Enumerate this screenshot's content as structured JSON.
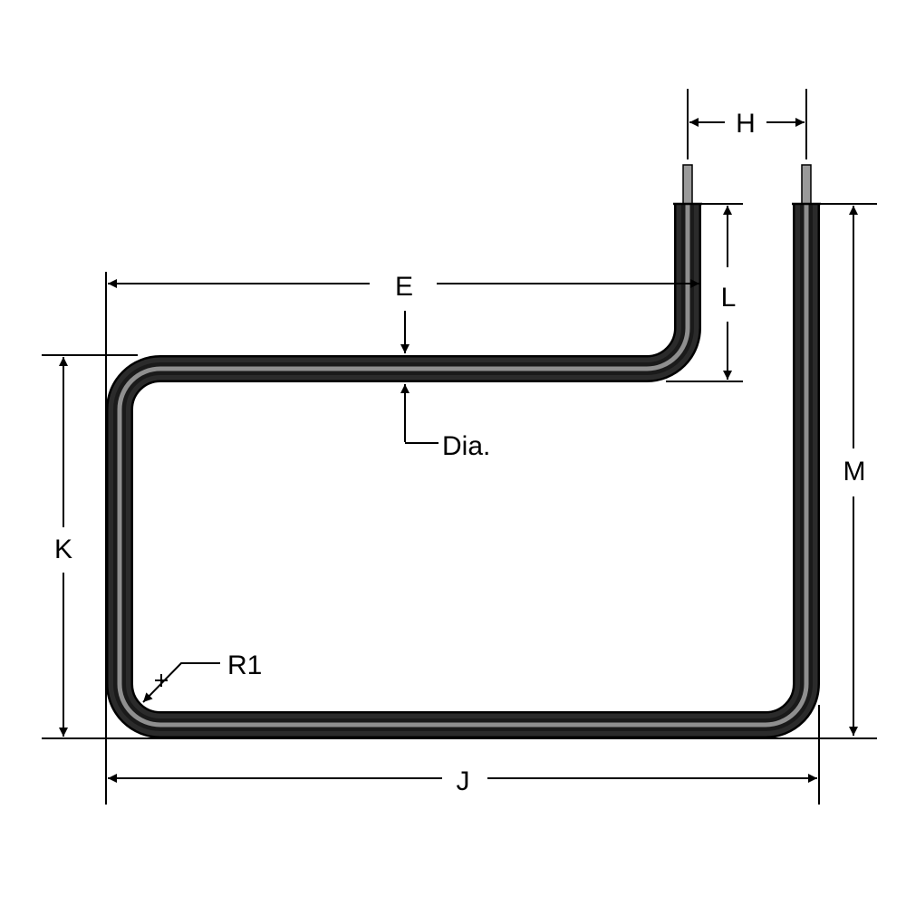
{
  "labels": {
    "e": "E",
    "h": "H",
    "l": "L",
    "m": "M",
    "k": "K",
    "j": "J",
    "dia": "Dia.",
    "r1": "R1"
  },
  "colors": {
    "tube_outer": "#111111",
    "tube_mid": "#2b2b2b",
    "tube_highlight": "#8f8f8f",
    "terminal": "#9a9a9a",
    "line": "#000000",
    "background": "#ffffff"
  }
}
